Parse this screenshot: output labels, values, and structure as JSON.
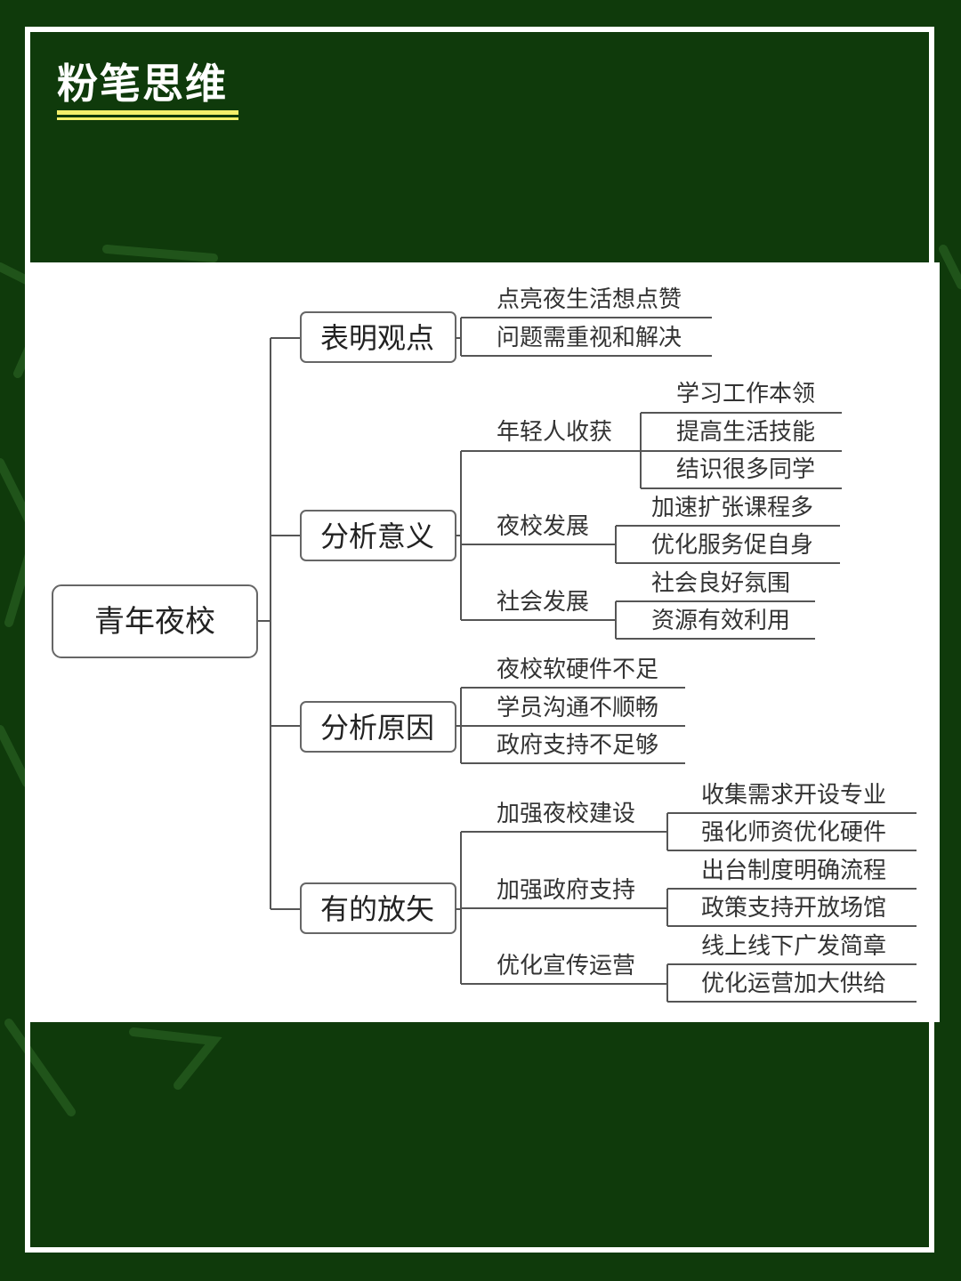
{
  "header": {
    "brand": "粉笔思维"
  },
  "theme": {
    "chalkboard": "#0f3a0b",
    "accent_underline": "#f3ef6a",
    "frame": "#ffffff"
  },
  "mindmap": {
    "root": "青年夜校",
    "branches": [
      {
        "label": "表明观点",
        "leaves": [
          "点亮夜生活想点赞",
          "问题需重视和解决"
        ]
      },
      {
        "label": "分析意义",
        "groups": [
          {
            "label": "年轻人收获",
            "leaves": [
              "学习工作本领",
              "提高生活技能",
              "结识很多同学"
            ]
          },
          {
            "label": "夜校发展",
            "leaves": [
              "加速扩张课程多",
              "优化服务促自身"
            ]
          },
          {
            "label": "社会发展",
            "leaves": [
              "社会良好氛围",
              "资源有效利用"
            ]
          }
        ]
      },
      {
        "label": "分析原因",
        "leaves": [
          "夜校软硬件不足",
          "学员沟通不顺畅",
          "政府支持不足够"
        ]
      },
      {
        "label": "有的放矢",
        "groups": [
          {
            "label": "加强夜校建设",
            "leaves": [
              "收集需求开设专业",
              "强化师资优化硬件"
            ]
          },
          {
            "label": "加强政府支持",
            "leaves": [
              "出台制度明确流程",
              "政策支持开放场馆"
            ]
          },
          {
            "label": "优化宣传运营",
            "leaves": [
              "线上线下广发简章",
              "优化运营加大供给"
            ]
          }
        ]
      }
    ]
  }
}
